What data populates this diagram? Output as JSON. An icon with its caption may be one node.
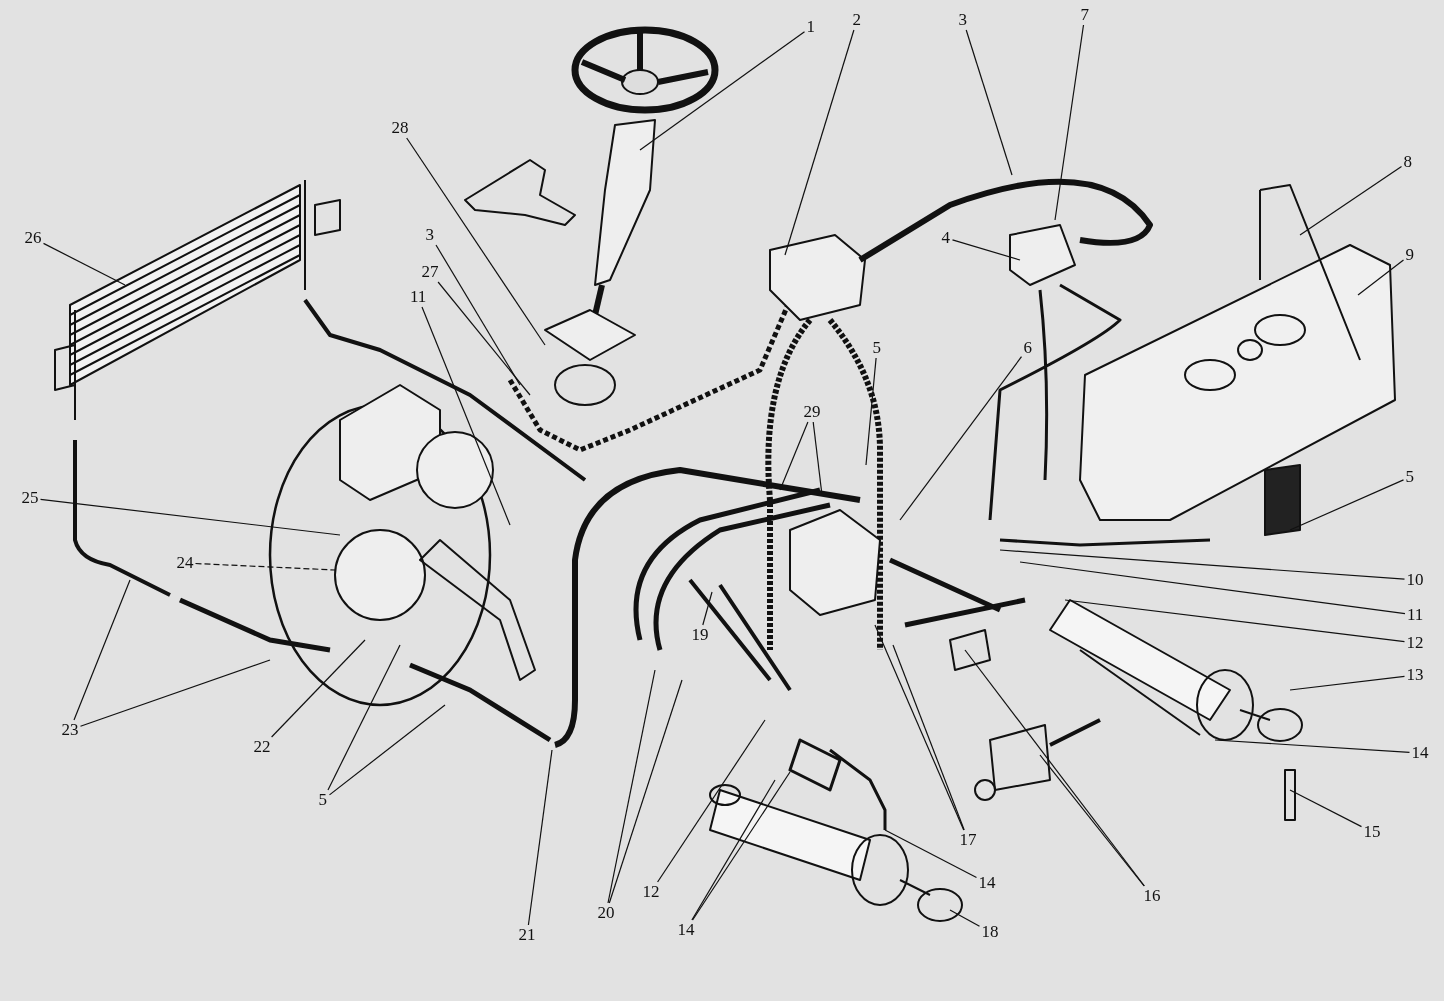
{
  "diagram": {
    "nodes": [
      {
        "text": [
          "1"
        ]
      },
      {
        "text": [
          "2"
        ]
      },
      {
        "text": [
          "3"
        ]
      },
      {
        "text": [
          "7"
        ]
      },
      {
        "text": [
          "28"
        ]
      },
      {
        "text": [
          "8"
        ]
      },
      {
        "text": [
          "3"
        ]
      },
      {
        "text": [
          "4"
        ]
      },
      {
        "text": [
          "26"
        ]
      },
      {
        "text": [
          "9"
        ]
      },
      {
        "text": [
          "27"
        ]
      },
      {
        "text": [
          "11"
        ]
      },
      {
        "text": [
          "5"
        ]
      },
      {
        "text": [
          "6"
        ]
      },
      {
        "text": [
          "29"
        ]
      },
      {
        "text": [
          "5"
        ]
      },
      {
        "text": [
          "25"
        ]
      },
      {
        "text": [
          "24"
        ]
      },
      {
        "text": [
          "10"
        ]
      },
      {
        "text": [
          "11"
        ]
      },
      {
        "text": [
          "19"
        ]
      },
      {
        "text": [
          "12"
        ]
      },
      {
        "text": [
          "13"
        ]
      },
      {
        "text": [
          "23"
        ]
      },
      {
        "text": [
          "22"
        ]
      },
      {
        "text": [
          "14"
        ]
      },
      {
        "text": [
          "5"
        ]
      },
      {
        "text": [
          "15"
        ]
      },
      {
        "text": [
          "17"
        ]
      },
      {
        "text": [
          "14"
        ]
      },
      {
        "text": [
          "12"
        ]
      },
      {
        "text": [
          "16"
        ]
      },
      {
        "text": [
          "20"
        ]
      },
      {
        "text": [
          "18"
        ]
      },
      {
        "text": [
          "14"
        ]
      },
      {
        "text": [
          "21"
        ]
      }
    ],
    "edges": [
      {
        "from": 0,
        "to": null,
        "arrow": "none"
      },
      {
        "from": 1,
        "to": null,
        "arrow": "none"
      },
      {
        "from": 2,
        "to": null,
        "arrow": "none"
      },
      {
        "from": 3,
        "to": null,
        "arrow": "none"
      },
      {
        "from": 4,
        "to": null,
        "arrow": "none"
      },
      {
        "from": 5,
        "to": null,
        "arrow": "none"
      },
      {
        "from": 6,
        "to": null,
        "arrow": "none"
      },
      {
        "from": 7,
        "to": null,
        "arrow": "none"
      },
      {
        "from": 8,
        "to": null,
        "arrow": "none"
      },
      {
        "from": 9,
        "to": null,
        "arrow": "none"
      },
      {
        "from": 10,
        "to": null,
        "arrow": "none"
      },
      {
        "from": 11,
        "to": null,
        "arrow": "none"
      },
      {
        "from": 12,
        "to": null,
        "arrow": "none"
      },
      {
        "from": 13,
        "to": null,
        "arrow": "none"
      },
      {
        "from": 14,
        "to": null,
        "arrow": "none"
      },
      {
        "from": 14,
        "to": null,
        "arrow": "none"
      },
      {
        "from": 15,
        "to": null,
        "arrow": "none"
      },
      {
        "from": 16,
        "to": null,
        "arrow": "none"
      },
      {
        "from": 17,
        "to": null,
        "arrow": "none",
        "style": "dashed"
      },
      {
        "from": 18,
        "to": null,
        "arrow": "none"
      },
      {
        "from": 19,
        "to": null,
        "arrow": "none"
      },
      {
        "from": 20,
        "to": null,
        "arrow": "none"
      },
      {
        "from": 21,
        "to": null,
        "arrow": "none"
      },
      {
        "from": 22,
        "to": null,
        "arrow": "none"
      },
      {
        "from": 23,
        "to": null,
        "arrow": "none"
      },
      {
        "from": 23,
        "to": null,
        "arrow": "none"
      },
      {
        "from": 24,
        "to": null,
        "arrow": "none"
      },
      {
        "from": 25,
        "to": null,
        "arrow": "none"
      },
      {
        "from": 26,
        "to": null,
        "arrow": "none"
      },
      {
        "from": 26,
        "to": null,
        "arrow": "none"
      },
      {
        "from": 27,
        "to": null,
        "arrow": "none"
      },
      {
        "from": 28,
        "to": null,
        "arrow": "none"
      },
      {
        "from": 28,
        "to": null,
        "arrow": "none"
      },
      {
        "from": 29,
        "to": null,
        "arrow": "none"
      },
      {
        "from": 30,
        "to": null,
        "arrow": "none"
      },
      {
        "from": 31,
        "to": null,
        "arrow": "none"
      },
      {
        "from": 31,
        "to": null,
        "arrow": "none"
      },
      {
        "from": 32,
        "to": null,
        "arrow": "none"
      },
      {
        "from": 32,
        "to": null,
        "arrow": "none"
      },
      {
        "from": 33,
        "to": null,
        "arrow": "none"
      },
      {
        "from": 34,
        "to": null,
        "arrow": "none"
      },
      {
        "from": 34,
        "to": null,
        "arrow": "none"
      },
      {
        "from": 35,
        "to": null,
        "arrow": "none"
      }
    ]
  }
}
